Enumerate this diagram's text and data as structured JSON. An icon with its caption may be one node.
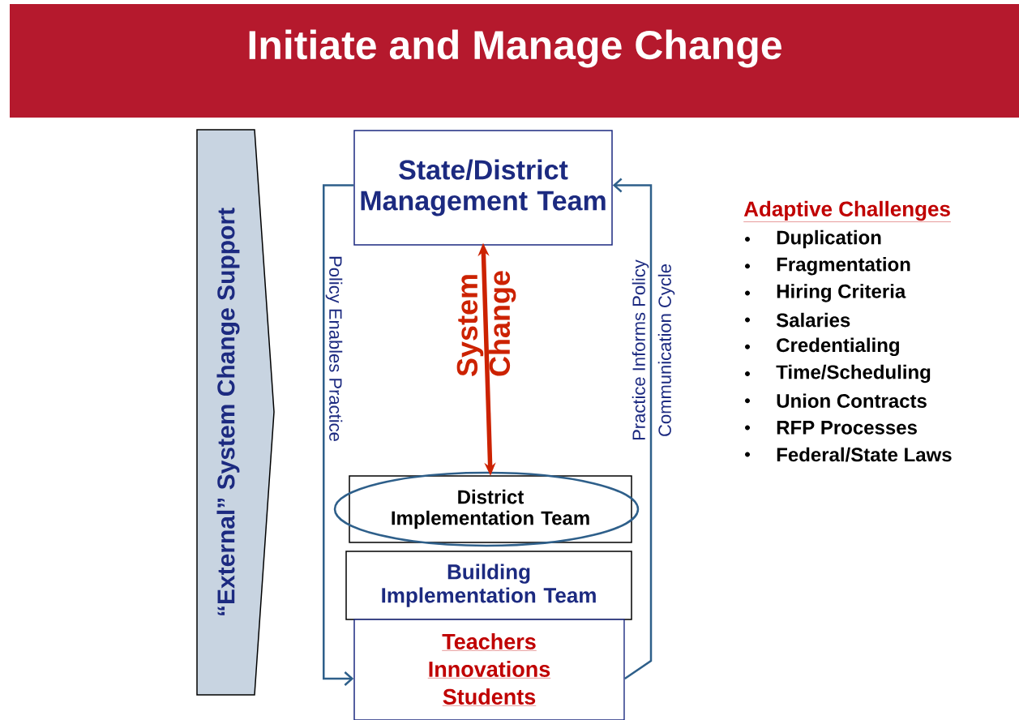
{
  "diagram": {
    "title": "Initiate and Manage Change",
    "nodes": [
      {
        "text": [
          "State/District Management Team"
        ]
      },
      {
        "text": [
          "“External” System Change Support"
        ]
      },
      {
        "text": [
          "District Implementation Team"
        ]
      },
      {
        "text": [
          "Building Implementation Team"
        ]
      },
      {
        "text": [
          "Teachers",
          "Innovations",
          "Students"
        ]
      }
    ],
    "edges": [
      {
        "from": 0,
        "to": 4,
        "arrow": "to",
        "label": "Policy Enables Practice"
      },
      {
        "from": 4,
        "to": 0,
        "arrow": "to",
        "label": "Practice Informs Policy"
      },
      {
        "from": 0,
        "to": 2,
        "arrow": "both",
        "label": "System Change",
        "style": "thick",
        "color": "#cc2200"
      }
    ],
    "labels": [
      "Communication Cycle",
      "Adaptive Challenges",
      "Duplication",
      "Fragmentation",
      "Hiring Criteria",
      "Salaries",
      "Credentialing",
      "Time/Scheduling",
      "Union Contracts",
      "RFP Processes",
      "Federal/State Laws"
    ]
  }
}
